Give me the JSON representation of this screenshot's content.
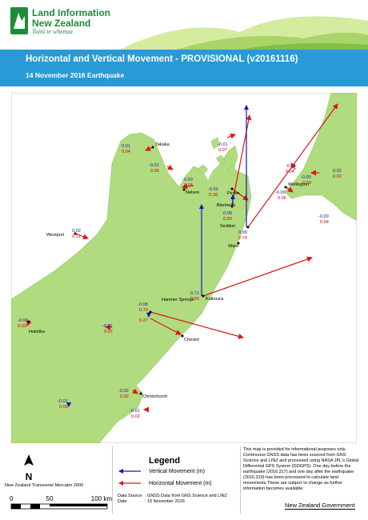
{
  "brand": {
    "name_line1": "Land Information",
    "name_line2": "New Zealand",
    "tagline": "Toitū te whenua"
  },
  "header": {
    "title": "Horizontal and Vertical Movement - PROVISIONAL (v20161116)",
    "subtitle": "14 November 2016 Earthquake"
  },
  "colors": {
    "banner": "#2a9ad6",
    "land": "#b0db7e",
    "sea": "#ffffff",
    "vertical_arrow": "#1414c8",
    "horizontal_arrow": "#d81818",
    "brand_green": "#1e8b3a"
  },
  "places": [
    {
      "name": "Takaka"
    },
    {
      "name": "Nelson"
    },
    {
      "name": "Picton"
    },
    {
      "name": "Blenheim"
    },
    {
      "name": "Seddon"
    },
    {
      "name": "Wellington"
    },
    {
      "name": "Westport"
    },
    {
      "name": "Ward"
    },
    {
      "name": "Kaikoura"
    },
    {
      "name": "Hanmer Springs"
    },
    {
      "name": "Hokitika"
    },
    {
      "name": "Cheviot"
    },
    {
      "name": "Christchurch"
    }
  ],
  "stations": [
    {
      "vertical": "0.01",
      "horizontal": "0.04"
    },
    {
      "vertical": "-0.01",
      "horizontal": "0.07"
    },
    {
      "vertical": "-0.01",
      "horizontal": "0.06"
    },
    {
      "vertical": "-0.00",
      "horizontal": "0.05"
    },
    {
      "vertical": "-0.03",
      "horizontal": "0.18"
    },
    {
      "vertical": "0.08",
      "horizontal": "0.90"
    },
    {
      "vertical": "0.99",
      "horizontal": "2.74"
    },
    {
      "vertical": "-0.01",
      "horizontal": "0.04"
    },
    {
      "vertical": "-0.00",
      "horizontal": "0.03"
    },
    {
      "vertical": "0.02",
      "horizontal": "0.02"
    },
    {
      "vertical": "-0.00",
      "horizontal": "0.06"
    },
    {
      "vertical": "-0.00",
      "horizontal": "0.04"
    },
    {
      "vertical": "0.02",
      "horizontal": "0.11"
    },
    {
      "vertical": "0.71",
      "horizontal": "0.90"
    },
    {
      "vertical": "-0.08",
      "horizontal": "0.70"
    },
    {
      "vertical": "-0.00",
      "horizontal": "0.03"
    },
    {
      "vertical": "-0.01",
      "horizontal": "0.07"
    },
    {
      "vertical": "",
      "horizontal": "0.27"
    },
    {
      "vertical": "-0.02",
      "horizontal": "0.02"
    },
    {
      "vertical": "-0.01",
      "horizontal": "0.00"
    },
    {
      "vertical": "-0.01",
      "horizontal": "0.02"
    }
  ],
  "legend": {
    "title": "Legend",
    "vertical_label": "Vertical Movement (m)",
    "horizontal_label": "Horizontal Movement (m)"
  },
  "north_label": "N",
  "projection": "New Zealand Transverse Mercator 2000",
  "scale": {
    "ticks": [
      "0",
      "50",
      "100 km"
    ]
  },
  "data_source": {
    "source_label": "Data Source",
    "source_value": ": GNSS Data from GNS Science and LINZ",
    "date_label": "Date",
    "date_value": ": 16 November 2016"
  },
  "disclaimer": "This map is provided for informational purposes only. Continuous GNSS data has been sourced from GNS Science and LINZ and processed using NASA JPL's Global Differential GPS System (GDGPS). One day before the earthquake (2016.317) and one day after the earthquake (2016.319) has been processed to calculate land movements.These are subject to change as further information becomes available.",
  "government": "New Zealand Government"
}
